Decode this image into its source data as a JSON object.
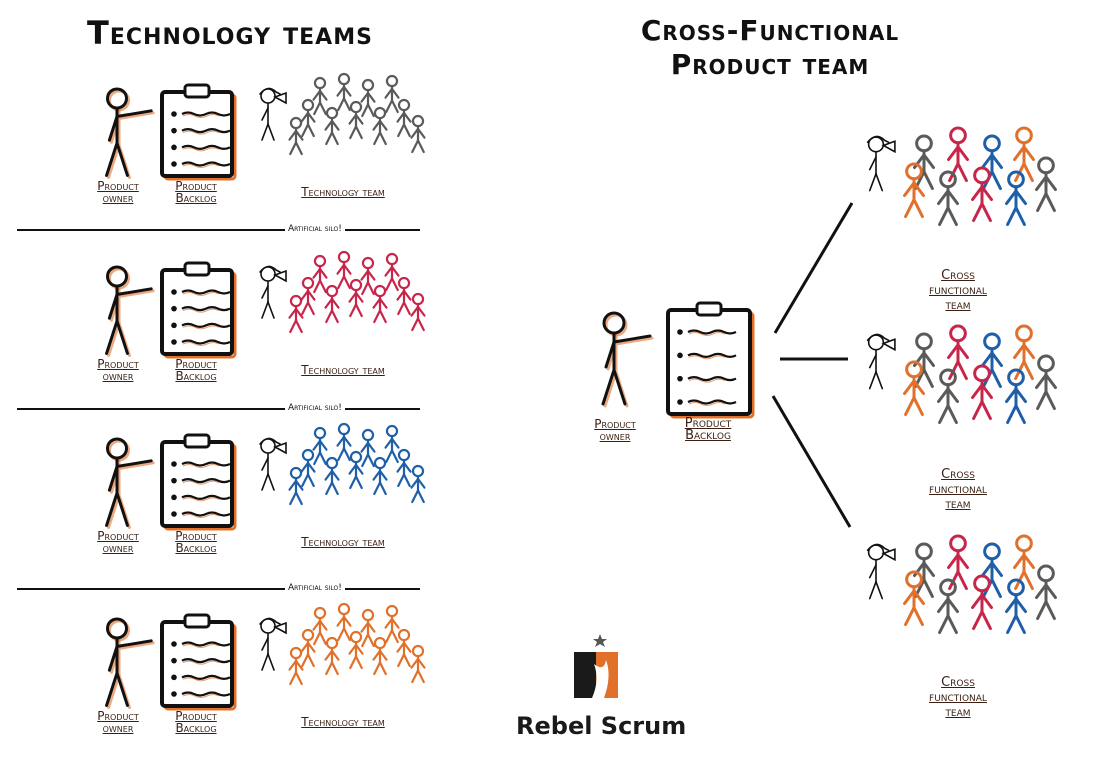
{
  "left": {
    "title": "Technology teams",
    "rows": [
      {
        "po_label": [
          "Product",
          "owner"
        ],
        "pb_label": [
          "Product",
          "Backlog"
        ],
        "team_label": "Technology team",
        "color": "#5a5a5a"
      },
      {
        "po_label": [
          "Product",
          "owner"
        ],
        "pb_label": [
          "Product",
          "Backlog"
        ],
        "team_label": "Technology team",
        "color": "#c8254a"
      },
      {
        "po_label": [
          "Product",
          "owner"
        ],
        "pb_label": [
          "Product",
          "Backlog"
        ],
        "team_label": "Technology team",
        "color": "#1f5fa8"
      },
      {
        "po_label": [
          "Product",
          "owner"
        ],
        "pb_label": [
          "Product",
          "Backlog"
        ],
        "team_label": "Technology team",
        "color": "#e0702a"
      }
    ],
    "silo_label": "Artificial silo!"
  },
  "right": {
    "title": [
      "Cross-Functional",
      "Product team"
    ],
    "po_label": [
      "Product",
      "owner"
    ],
    "pb_label": [
      "Product",
      "Backlog"
    ],
    "team_label": [
      "Cross",
      "functional",
      "team"
    ],
    "mixed_colors": [
      "#5a5a5a",
      "#c8254a",
      "#1f5fa8",
      "#e0702a"
    ]
  },
  "brand": {
    "name": "Rebel Scrum",
    "colors": [
      "#1a1a1a",
      "#e0702a"
    ]
  },
  "colors": {
    "ink": "#111111",
    "label": "#3a1f12",
    "accent_shadow": "#e0702a"
  }
}
